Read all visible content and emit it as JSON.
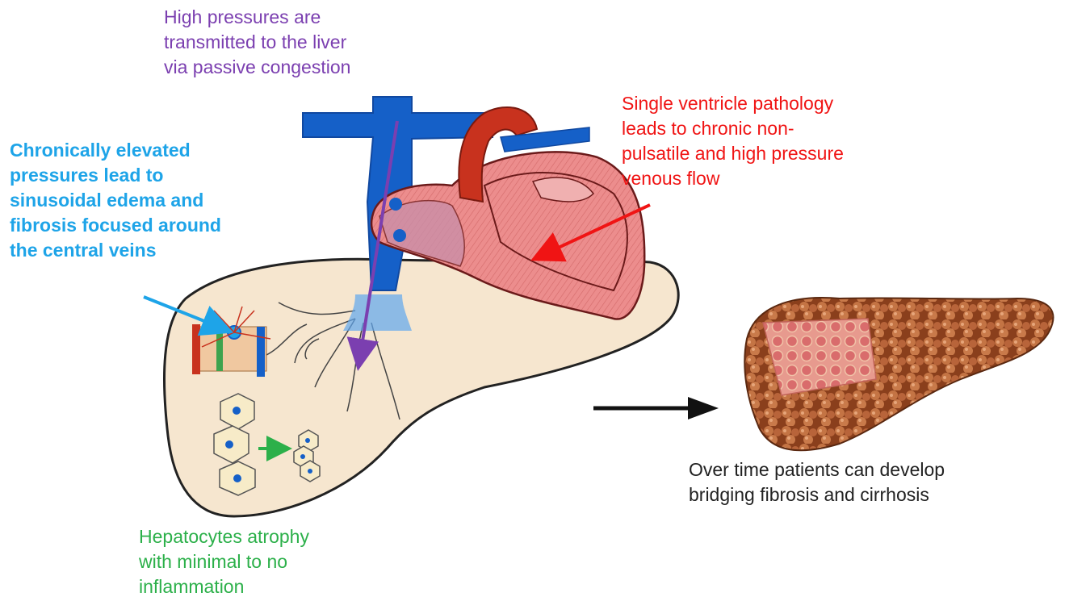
{
  "labels": {
    "passive_congestion": [
      "High pressures are",
      "transmitted to the liver",
      "via passive congestion"
    ],
    "single_ventricle": [
      "Single ventricle pathology",
      "leads to chronic non-",
      "pulsatile and high pressure",
      "venous flow"
    ],
    "central_veins": [
      "Chronically elevated",
      "pressures lead to",
      "sinusoidal edema and",
      "fibrosis focused around",
      "the central veins"
    ],
    "hepatocytes": [
      "Hepatocytes atrophy",
      "with minimal to no",
      "inflammation"
    ],
    "outcome": [
      "Over time patients can develop",
      "bridging fibrosis and cirrhosis"
    ]
  },
  "colors": {
    "purple": "#7b3fb0",
    "red": "#f01414",
    "blue": "#1ea4e8",
    "green": "#2cb04a",
    "black": "#222222",
    "vein": "#1560c8",
    "aorta": "#c8321e",
    "heart": "#ec8d8d",
    "liver": "#f6e6cf",
    "cirrhotic_liver": "#a5532a"
  }
}
